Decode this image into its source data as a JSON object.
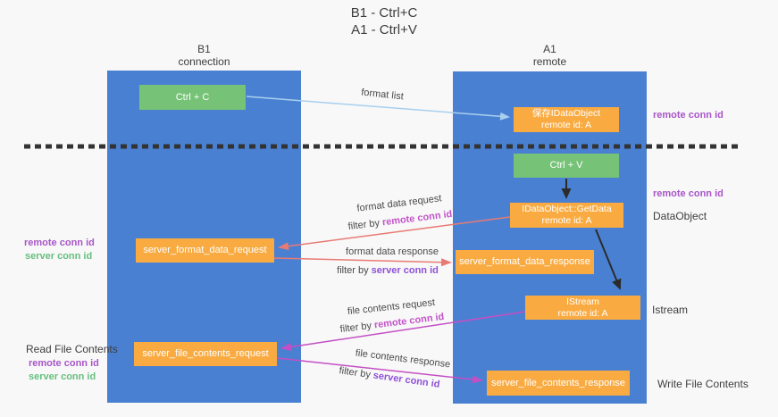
{
  "title": {
    "line1": "B1 - Ctrl+C",
    "line2": "A1 - Ctrl+V"
  },
  "lanes": {
    "left": {
      "name": "B1",
      "subtitle": "connection"
    },
    "right": {
      "name": "A1",
      "subtitle": "remote"
    }
  },
  "boxes": {
    "ctrl_c": {
      "label": "Ctrl + C"
    },
    "save_dataobject": {
      "line1": "保存IDataObject",
      "line2": "remote id: A"
    },
    "ctrl_v": {
      "label": "Ctrl + V"
    },
    "getdata": {
      "line1": "IDataObject::GetData",
      "line2": "remote id: A"
    },
    "format_request": {
      "label": "server_format_data_request"
    },
    "format_response": {
      "label": "server_format_data_response"
    },
    "istream": {
      "line1": "IStream",
      "line2": "remote id: A"
    },
    "file_request": {
      "label": "server_file_contents_request"
    },
    "file_response": {
      "label": "server_file_contents_response"
    }
  },
  "side_labels": {
    "remote_conn_top": "remote conn id",
    "remote_conn_mid": "remote conn id",
    "dataobject": "DataObject",
    "istream": "Istream",
    "write_file": "Write File Contents",
    "read_file": "Read File Contents",
    "left_remote_1": "remote conn id",
    "left_server_1": "server conn id",
    "left_remote_2": "remote conn id",
    "left_server_2": "server conn id"
  },
  "flow_labels": {
    "format_list": "format list",
    "format_request": "format data request",
    "format_request_filter": {
      "prefix": "filter by ",
      "key": "remote conn id"
    },
    "format_response": "format data response",
    "format_response_filter": {
      "prefix": "filter by ",
      "key": "server conn id"
    },
    "file_request": "file contents request",
    "file_request_filter": {
      "prefix": "filter by ",
      "key": "remote conn id"
    },
    "file_response": "file contents response",
    "file_response_filter": {
      "prefix": "filter by ",
      "key": "server conn id"
    }
  },
  "colors": {
    "lane_blue": "#4a80d2",
    "box_orange": "#f9ab42",
    "box_green": "#76c277",
    "arrow_black": "#2b2b2b",
    "arrow_salmon": "#e87a74",
    "arrow_magenta": "#c44fc4",
    "arrow_lightblue": "#a9cfee",
    "label_purple": "#a855c8",
    "label_magenta": "#c353c9",
    "label_violet": "#8e51d8",
    "label_green": "#66bf7e",
    "dashed_line": "#333333",
    "text_dark": "#3d3d3d"
  }
}
